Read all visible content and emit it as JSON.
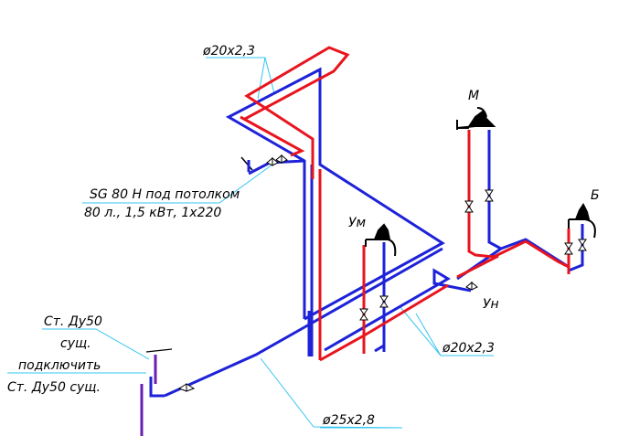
{
  "labels": {
    "pipe_top": "ø20x2,3",
    "heater_line1": "SG 80 H под потолком",
    "heater_line2": "80 л., 1,5 кВт, 1х220",
    "fixture_m": "М",
    "fixture_b": "Б",
    "fixture_um": "Ум",
    "fixture_un": "Ун",
    "pipe_mid": "ø20x2,3",
    "pipe_main": "ø25x2,8",
    "existing_1a": "Ст. Ду50",
    "existing_1b": "сущ.",
    "connect": "подключить",
    "existing_2": "Ст. Ду50 сущ."
  },
  "colors": {
    "cold_water": "#1d22d8",
    "hot_water": "#e8141e",
    "leader_line": "#33c4f0",
    "riser": "#6a1fb0",
    "text": "#000000"
  }
}
